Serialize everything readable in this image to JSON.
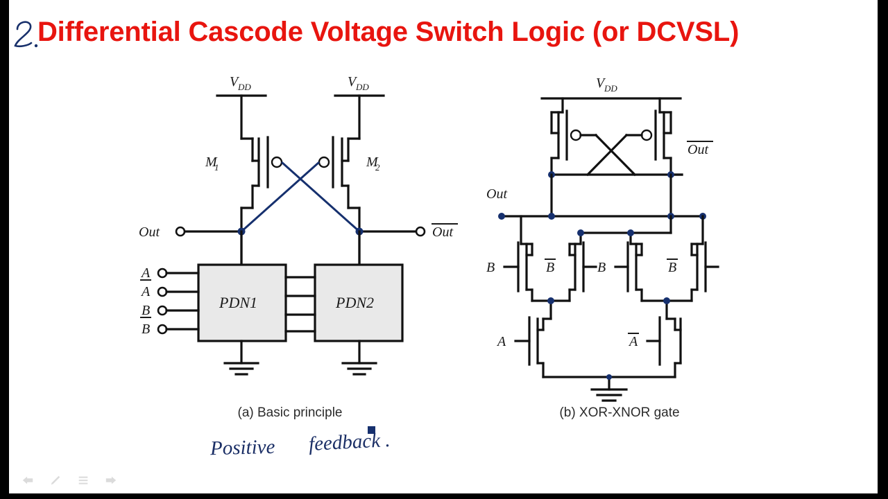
{
  "slide": {
    "title": "Differential Cascode Voltage Switch Logic (or DCVSL)",
    "title_color": "#e8150f",
    "handwriting_color": "#1b2f66",
    "slide_number_annotation": "2."
  },
  "figure_a": {
    "caption": "(a) Basic principle",
    "supply_left": "V",
    "supply_left_sub": "DD",
    "supply_right": "V",
    "supply_right_sub": "DD",
    "transistor_left": "M",
    "transistor_left_sub": "1",
    "transistor_right": "M",
    "transistor_right_sub": "2",
    "out_label": "Out",
    "outbar_label": "Out",
    "block_left": "PDN1",
    "block_right": "PDN2",
    "inputs": [
      {
        "label": "A",
        "overbar": true
      },
      {
        "label": "A",
        "overbar": false
      },
      {
        "label": "B",
        "overbar": true
      },
      {
        "label": "B",
        "overbar": false
      }
    ]
  },
  "figure_b": {
    "caption": "(b) XOR-XNOR gate",
    "supply": "V",
    "supply_sub": "DD",
    "out_label": "Out",
    "outbar_label": "Out",
    "nmos_row_b": [
      {
        "label": "B",
        "overbar": false
      },
      {
        "label": "B",
        "overbar": true
      },
      {
        "label": "B",
        "overbar": false
      },
      {
        "label": "B",
        "overbar": true
      }
    ],
    "nmos_row_a": [
      {
        "label": "A",
        "overbar": false
      },
      {
        "label": "A",
        "overbar": true
      }
    ]
  },
  "annotations": {
    "note_1": "Positive",
    "note_2": "feedback ."
  },
  "toolbar": {
    "items": [
      {
        "name": "back-arrow-icon",
        "label": "Back"
      },
      {
        "name": "pen-icon",
        "label": "Pen"
      },
      {
        "name": "menu-icon",
        "label": "Menu"
      },
      {
        "name": "forward-arrow-icon",
        "label": "Forward"
      }
    ]
  }
}
